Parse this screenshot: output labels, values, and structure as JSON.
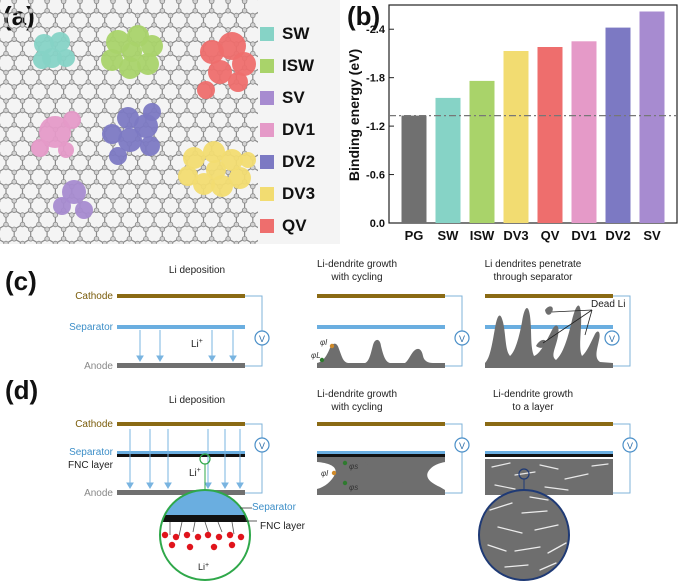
{
  "panels": {
    "a": {
      "label": "(a)"
    },
    "b": {
      "label": "(b)"
    },
    "c": {
      "label": "(c)"
    },
    "d": {
      "label": "(d)"
    }
  },
  "legend_a": [
    {
      "name": "SW",
      "color": "#86d3c6"
    },
    {
      "name": "ISW",
      "color": "#a9d36a"
    },
    {
      "name": "SV",
      "color": "#a78bd0"
    },
    {
      "name": "DV1",
      "color": "#e59ac8"
    },
    {
      "name": "DV2",
      "color": "#7c79c3"
    },
    {
      "name": "DV3",
      "color": "#f2dc71"
    },
    {
      "name": "QV",
      "color": "#ee6e6d"
    }
  ],
  "chart_data": {
    "type": "bar",
    "ylabel": "Binding energy (eV)",
    "categories": [
      "PG",
      "SW",
      "ISW",
      "DV3",
      "QV",
      "DV1",
      "DV2",
      "SV"
    ],
    "values": [
      -1.33,
      -1.55,
      -1.76,
      -2.13,
      -2.18,
      -2.25,
      -2.42,
      -2.62
    ],
    "colors": [
      "#707070",
      "#86d3c6",
      "#a9d36a",
      "#f2dc71",
      "#ee6e6d",
      "#e59ac8",
      "#7c79c3",
      "#a78bd0"
    ],
    "ylim": [
      0.0,
      -2.7
    ],
    "yticks": [
      "0.0",
      "-0.6",
      "-1.2",
      "-1.8",
      "-2.4"
    ],
    "reference_line": -1.33,
    "grid": false
  },
  "row_c": {
    "cathode": "Cathode",
    "separator": "Separator",
    "anode": "Anode",
    "li_ion": "Li",
    "li_sup": "+",
    "voltmeter": "V",
    "phi_l": "φl",
    "phi_L": "φL",
    "captions": [
      [
        "Li deposition"
      ],
      [
        "Li-dendrite growth",
        "with cycling"
      ],
      [
        "Li dendrites penetrate",
        "through separator"
      ]
    ],
    "dead_li": "Dead Li"
  },
  "row_d": {
    "cathode": "Cathode",
    "separator": "Separator",
    "fnc": "FNC layer",
    "anode": "Anode",
    "li_ion": "Li",
    "li_sup": "+",
    "voltmeter": "V",
    "phi_l": "φl",
    "phi_s": "φs",
    "captions": [
      [
        "Li deposition"
      ],
      [
        "Li-dendrite growth",
        "with cycling"
      ],
      [
        "Li-dendrite growth",
        "to a layer"
      ]
    ],
    "zoom_separator": "Separator",
    "zoom_fnc": "FNC layer",
    "zoom_li": "Li",
    "zoom_li_sup": "+"
  }
}
